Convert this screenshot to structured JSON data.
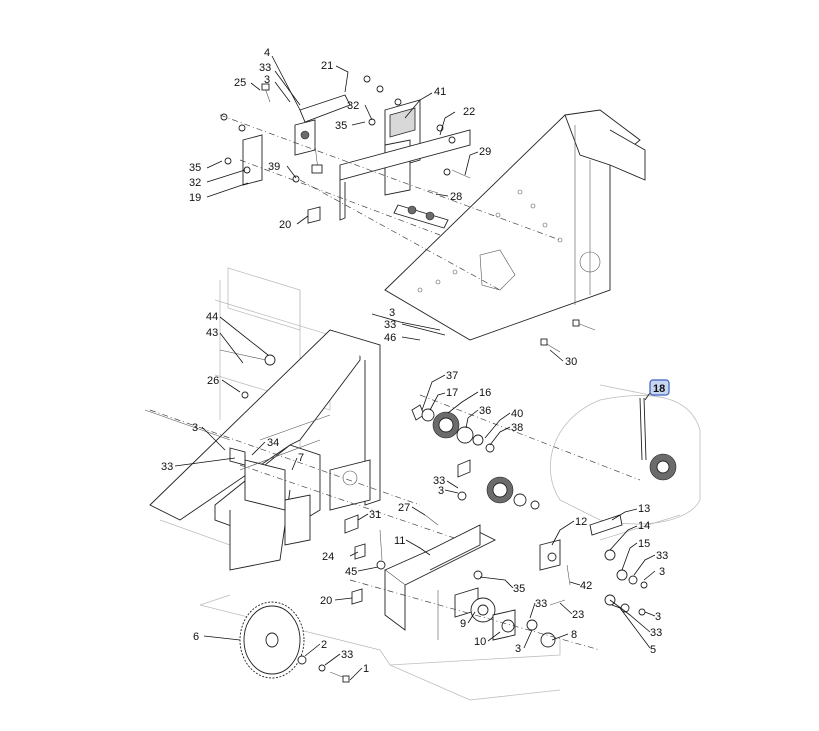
{
  "highlight_color": "#c9d6f2",
  "highlight_border": "#3b5fbf",
  "callouts": [
    {
      "id": "c4",
      "text": "4"
    },
    {
      "id": "c33a",
      "text": "33"
    },
    {
      "id": "c21",
      "text": "21"
    },
    {
      "id": "c25",
      "text": "25"
    },
    {
      "id": "c3a",
      "text": "3"
    },
    {
      "id": "c41",
      "text": "41"
    },
    {
      "id": "c32a",
      "text": "32"
    },
    {
      "id": "c22",
      "text": "22"
    },
    {
      "id": "c35a",
      "text": "35"
    },
    {
      "id": "c29",
      "text": "29"
    },
    {
      "id": "c35b",
      "text": "35"
    },
    {
      "id": "c39",
      "text": "39"
    },
    {
      "id": "c32b",
      "text": "32"
    },
    {
      "id": "c28",
      "text": "28"
    },
    {
      "id": "c19",
      "text": "19"
    },
    {
      "id": "c20a",
      "text": "20"
    },
    {
      "id": "c44",
      "text": "44"
    },
    {
      "id": "c3b",
      "text": "3"
    },
    {
      "id": "c33b",
      "text": "33"
    },
    {
      "id": "c46",
      "text": "46"
    },
    {
      "id": "c43",
      "text": "43"
    },
    {
      "id": "c30",
      "text": "30"
    },
    {
      "id": "c26",
      "text": "26"
    },
    {
      "id": "c37",
      "text": "37"
    },
    {
      "id": "c17",
      "text": "17"
    },
    {
      "id": "c16",
      "text": "16"
    },
    {
      "id": "c18",
      "text": "18",
      "highlighted": true
    },
    {
      "id": "c36",
      "text": "36"
    },
    {
      "id": "c40",
      "text": "40"
    },
    {
      "id": "c38",
      "text": "38"
    },
    {
      "id": "c3c",
      "text": "3"
    },
    {
      "id": "c34",
      "text": "34"
    },
    {
      "id": "c33c",
      "text": "33"
    },
    {
      "id": "c7",
      "text": "7"
    },
    {
      "id": "c33d",
      "text": "33"
    },
    {
      "id": "c3d",
      "text": "3"
    },
    {
      "id": "c31",
      "text": "31"
    },
    {
      "id": "c27",
      "text": "27"
    },
    {
      "id": "c13",
      "text": "13"
    },
    {
      "id": "c12",
      "text": "12"
    },
    {
      "id": "c14",
      "text": "14"
    },
    {
      "id": "c11",
      "text": "11"
    },
    {
      "id": "c15",
      "text": "15"
    },
    {
      "id": "c33e",
      "text": "33"
    },
    {
      "id": "c24",
      "text": "24"
    },
    {
      "id": "c3e",
      "text": "3"
    },
    {
      "id": "c45",
      "text": "45"
    },
    {
      "id": "c42",
      "text": "42"
    },
    {
      "id": "c35c",
      "text": "35"
    },
    {
      "id": "c20b",
      "text": "20"
    },
    {
      "id": "c33f",
      "text": "33"
    },
    {
      "id": "c23",
      "text": "23"
    },
    {
      "id": "c3f",
      "text": "3"
    },
    {
      "id": "c9",
      "text": "9"
    },
    {
      "id": "c33g",
      "text": "33"
    },
    {
      "id": "c6",
      "text": "6"
    },
    {
      "id": "c10",
      "text": "10"
    },
    {
      "id": "c8",
      "text": "8"
    },
    {
      "id": "c2",
      "text": "2"
    },
    {
      "id": "c3g",
      "text": "3"
    },
    {
      "id": "c5",
      "text": "5"
    },
    {
      "id": "c33h",
      "text": "33"
    },
    {
      "id": "c1",
      "text": "1"
    }
  ]
}
